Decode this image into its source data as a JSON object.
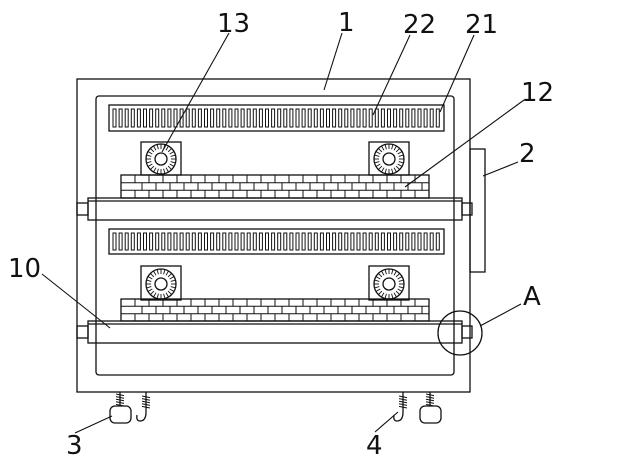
{
  "colors": {
    "line": "#111111",
    "background": "#ffffff",
    "light": "#444444"
  },
  "labels": {
    "l13": "13",
    "l1": "1",
    "l22": "22",
    "l21": "21",
    "l12": "12",
    "l2": "2",
    "l10": "10",
    "lA": "A",
    "l3": "3",
    "l4": "4"
  }
}
